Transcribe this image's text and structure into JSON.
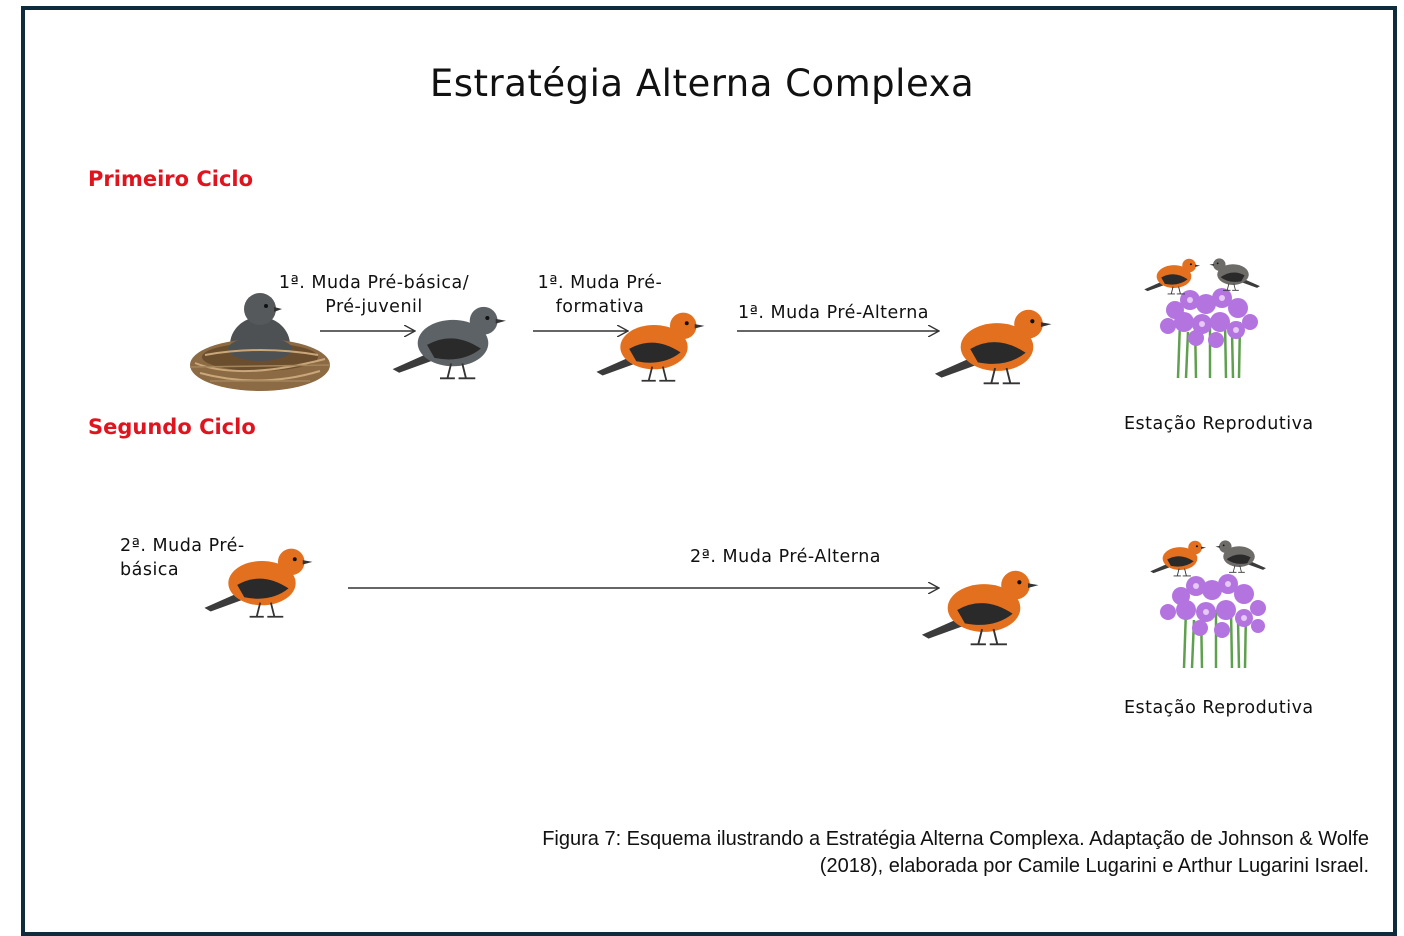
{
  "title": "Estratégia Alterna Complexa",
  "cycles": {
    "first": "Primeiro Ciclo",
    "second": "Segundo Ciclo"
  },
  "labels": {
    "m1_prebasica_l1": "1ª. Muda Pré-básica/",
    "m1_prebasica_l2": "Pré-juvenil",
    "m1_preformativa_l1": "1ª. Muda Pré-",
    "m1_preformativa_l2": "formativa",
    "m1_prealterna": "1ª. Muda Pré-Alterna",
    "m2_prebasica_l1": "2ª. Muda Pré-",
    "m2_prebasica_l2": "básica",
    "m2_prealterna": "2ª. Muda Pré-Alterna",
    "season_1": "Estação Reprodutiva",
    "season_2": "Estação Reprodutiva"
  },
  "caption": {
    "line1": "Figura 7: Esquema ilustrando a Estratégia Alterna Complexa. Adaptação de Johnson & Wolfe",
    "line2": "(2018), elaborada por Camile Lugarini e Arthur Lugarini Israel."
  },
  "colors": {
    "frame": "#0f2c3c",
    "cycle_heading": "#e0141e",
    "orange_bird": "#e2701f",
    "grey_bird": "#5d6266",
    "flowers": "#b374e0"
  },
  "icons": [
    "nest-with-chick-icon",
    "juvenile-bird-icon",
    "adult-bird-icon",
    "bird-pair-on-flowers-icon",
    "arrow-icon"
  ]
}
